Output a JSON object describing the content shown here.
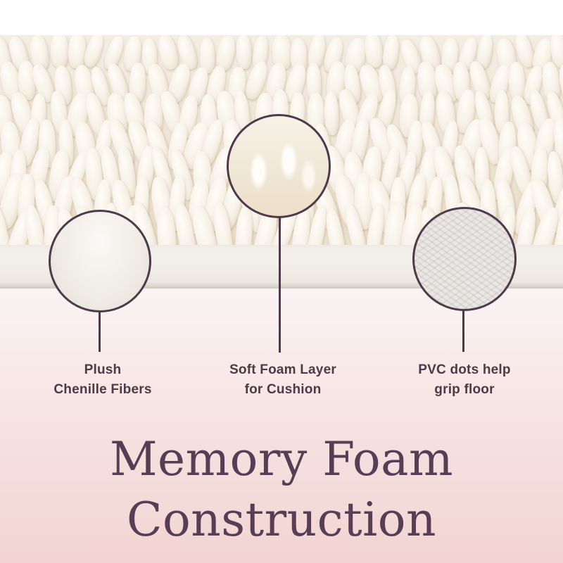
{
  "product": {
    "image_alt": "Close-up of white chenille bath mat showing fibers and base edge",
    "colors": {
      "accent_stroke": "#4d3a4b",
      "label_text": "#4a3b47",
      "headline_text": "#583e55",
      "background_top": "#fbf4f4",
      "background_bottom": "#f2d4d2",
      "rug_cream": "#efe6d8"
    }
  },
  "callouts": [
    {
      "id": "fibers",
      "line1": "Plush",
      "line2": "Chenille Fibers",
      "icon": "magnifier-circle-icon"
    },
    {
      "id": "foam",
      "line1": "Soft Foam Layer",
      "line2": "for Cushion",
      "icon": "magnifier-circle-icon"
    },
    {
      "id": "grip",
      "line1": "PVC dots help",
      "line2": "grip floor",
      "icon": "magnifier-circle-icon"
    }
  ],
  "headline": {
    "line1": "Memory Foam",
    "line2": "Construction"
  }
}
